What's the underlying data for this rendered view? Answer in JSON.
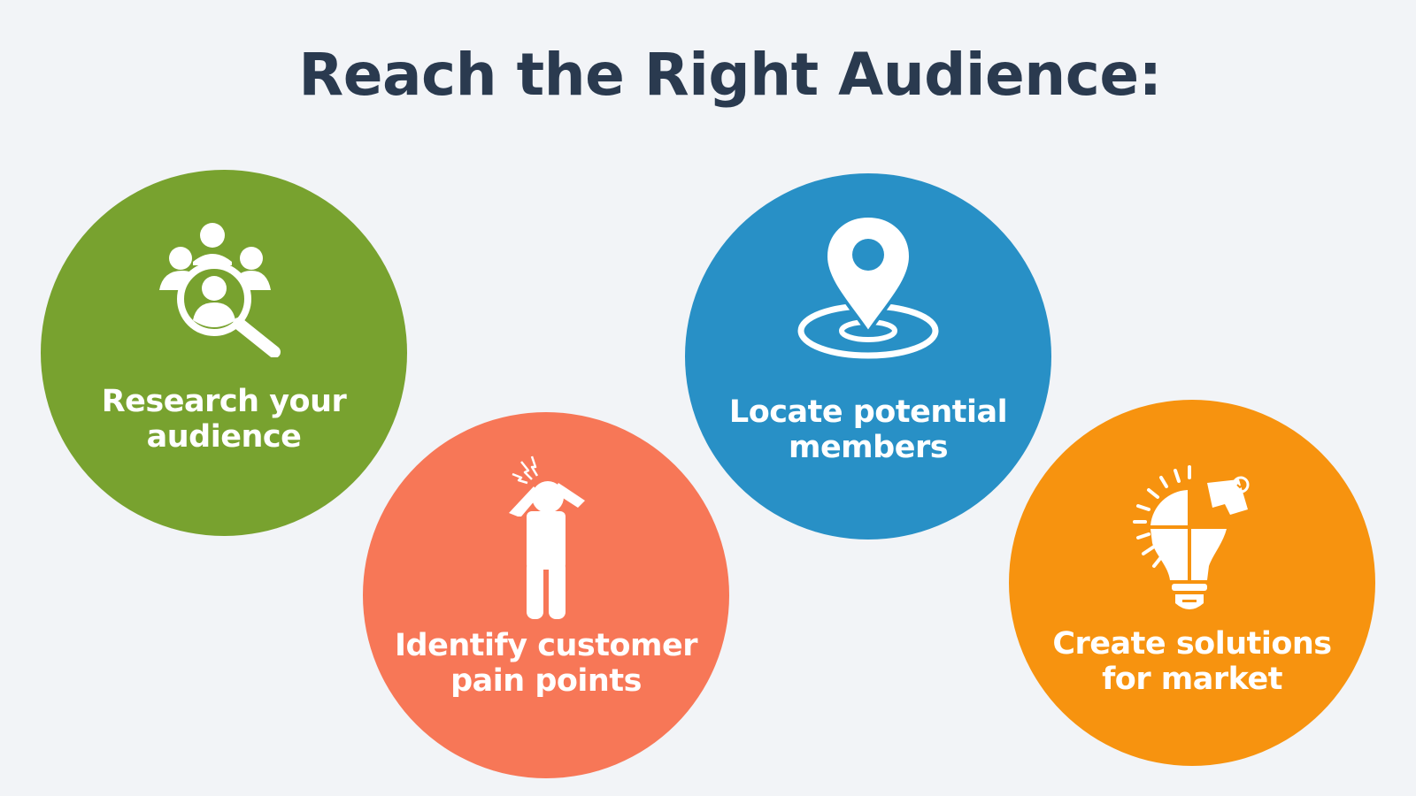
{
  "title": "Reach the Right Audience:",
  "colors": {
    "background": "#f2f4f7",
    "title": "#2a3a4f",
    "green": "#78a22f",
    "red": "#f77757",
    "blue": "#2890c6",
    "orange": "#f7930f"
  },
  "steps": [
    {
      "icon": "audience-search-icon",
      "line1": "Research your",
      "line2": "audience",
      "color": "#78a22f"
    },
    {
      "icon": "headache-person-icon",
      "line1": "Identify customer",
      "line2": "pain points",
      "color": "#f77757"
    },
    {
      "icon": "location-pin-icon",
      "line1": "Locate potential",
      "line2": "members",
      "color": "#2890c6"
    },
    {
      "icon": "lightbulb-puzzle-icon",
      "line1": "Create solutions",
      "line2": "for market",
      "color": "#f7930f"
    }
  ]
}
